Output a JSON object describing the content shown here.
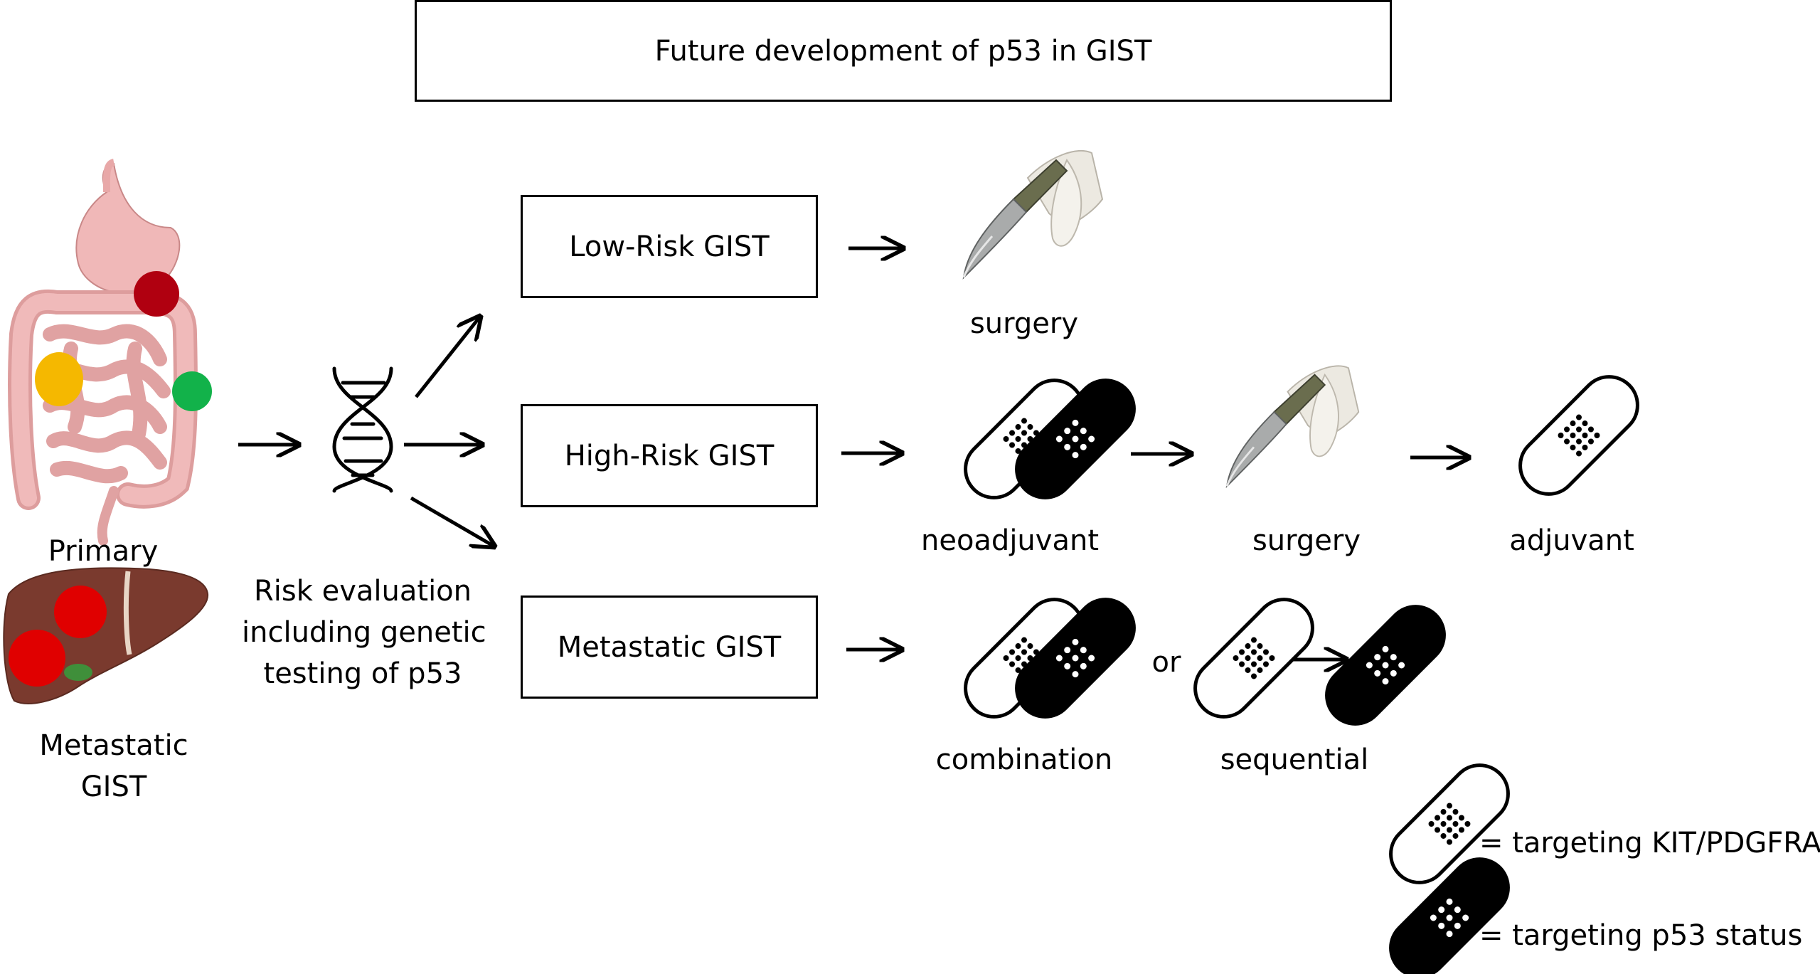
{
  "title": "Future development of p53 in GIST",
  "left": {
    "primary_label": "Primary",
    "metastatic_label_line1": "Metastatic",
    "metastatic_label_line2": "GIST"
  },
  "risk": {
    "line1": "Risk evaluation",
    "line2": "including genetic",
    "line3": "testing of p53"
  },
  "boxes": {
    "low": "Low-Risk GIST",
    "high": "High-Risk GIST",
    "metastatic": "Metastatic GIST"
  },
  "treatments": {
    "surgery_low": "surgery",
    "neoadjuvant": "neoadjuvant",
    "surgery_high": "surgery",
    "adjuvant": "adjuvant",
    "combination": "combination",
    "or": "or",
    "sequential": "sequential"
  },
  "legend": {
    "kit": "= targeting KIT/PDGFRA",
    "p53": "= targeting p53 status"
  },
  "colors": {
    "tumor_red": "#e00000",
    "tumor_darkred": "#b00010",
    "tumor_yellow": "#f5b800",
    "tumor_green": "#12b24a",
    "intestine": "#e8a8a8",
    "liver": "#7a3a2e"
  },
  "icons": [
    "intestine-illustration",
    "liver-illustration",
    "dna-icon",
    "scalpel-icon",
    "bandage-white-icon",
    "bandage-black-icon",
    "arrow-icon"
  ]
}
